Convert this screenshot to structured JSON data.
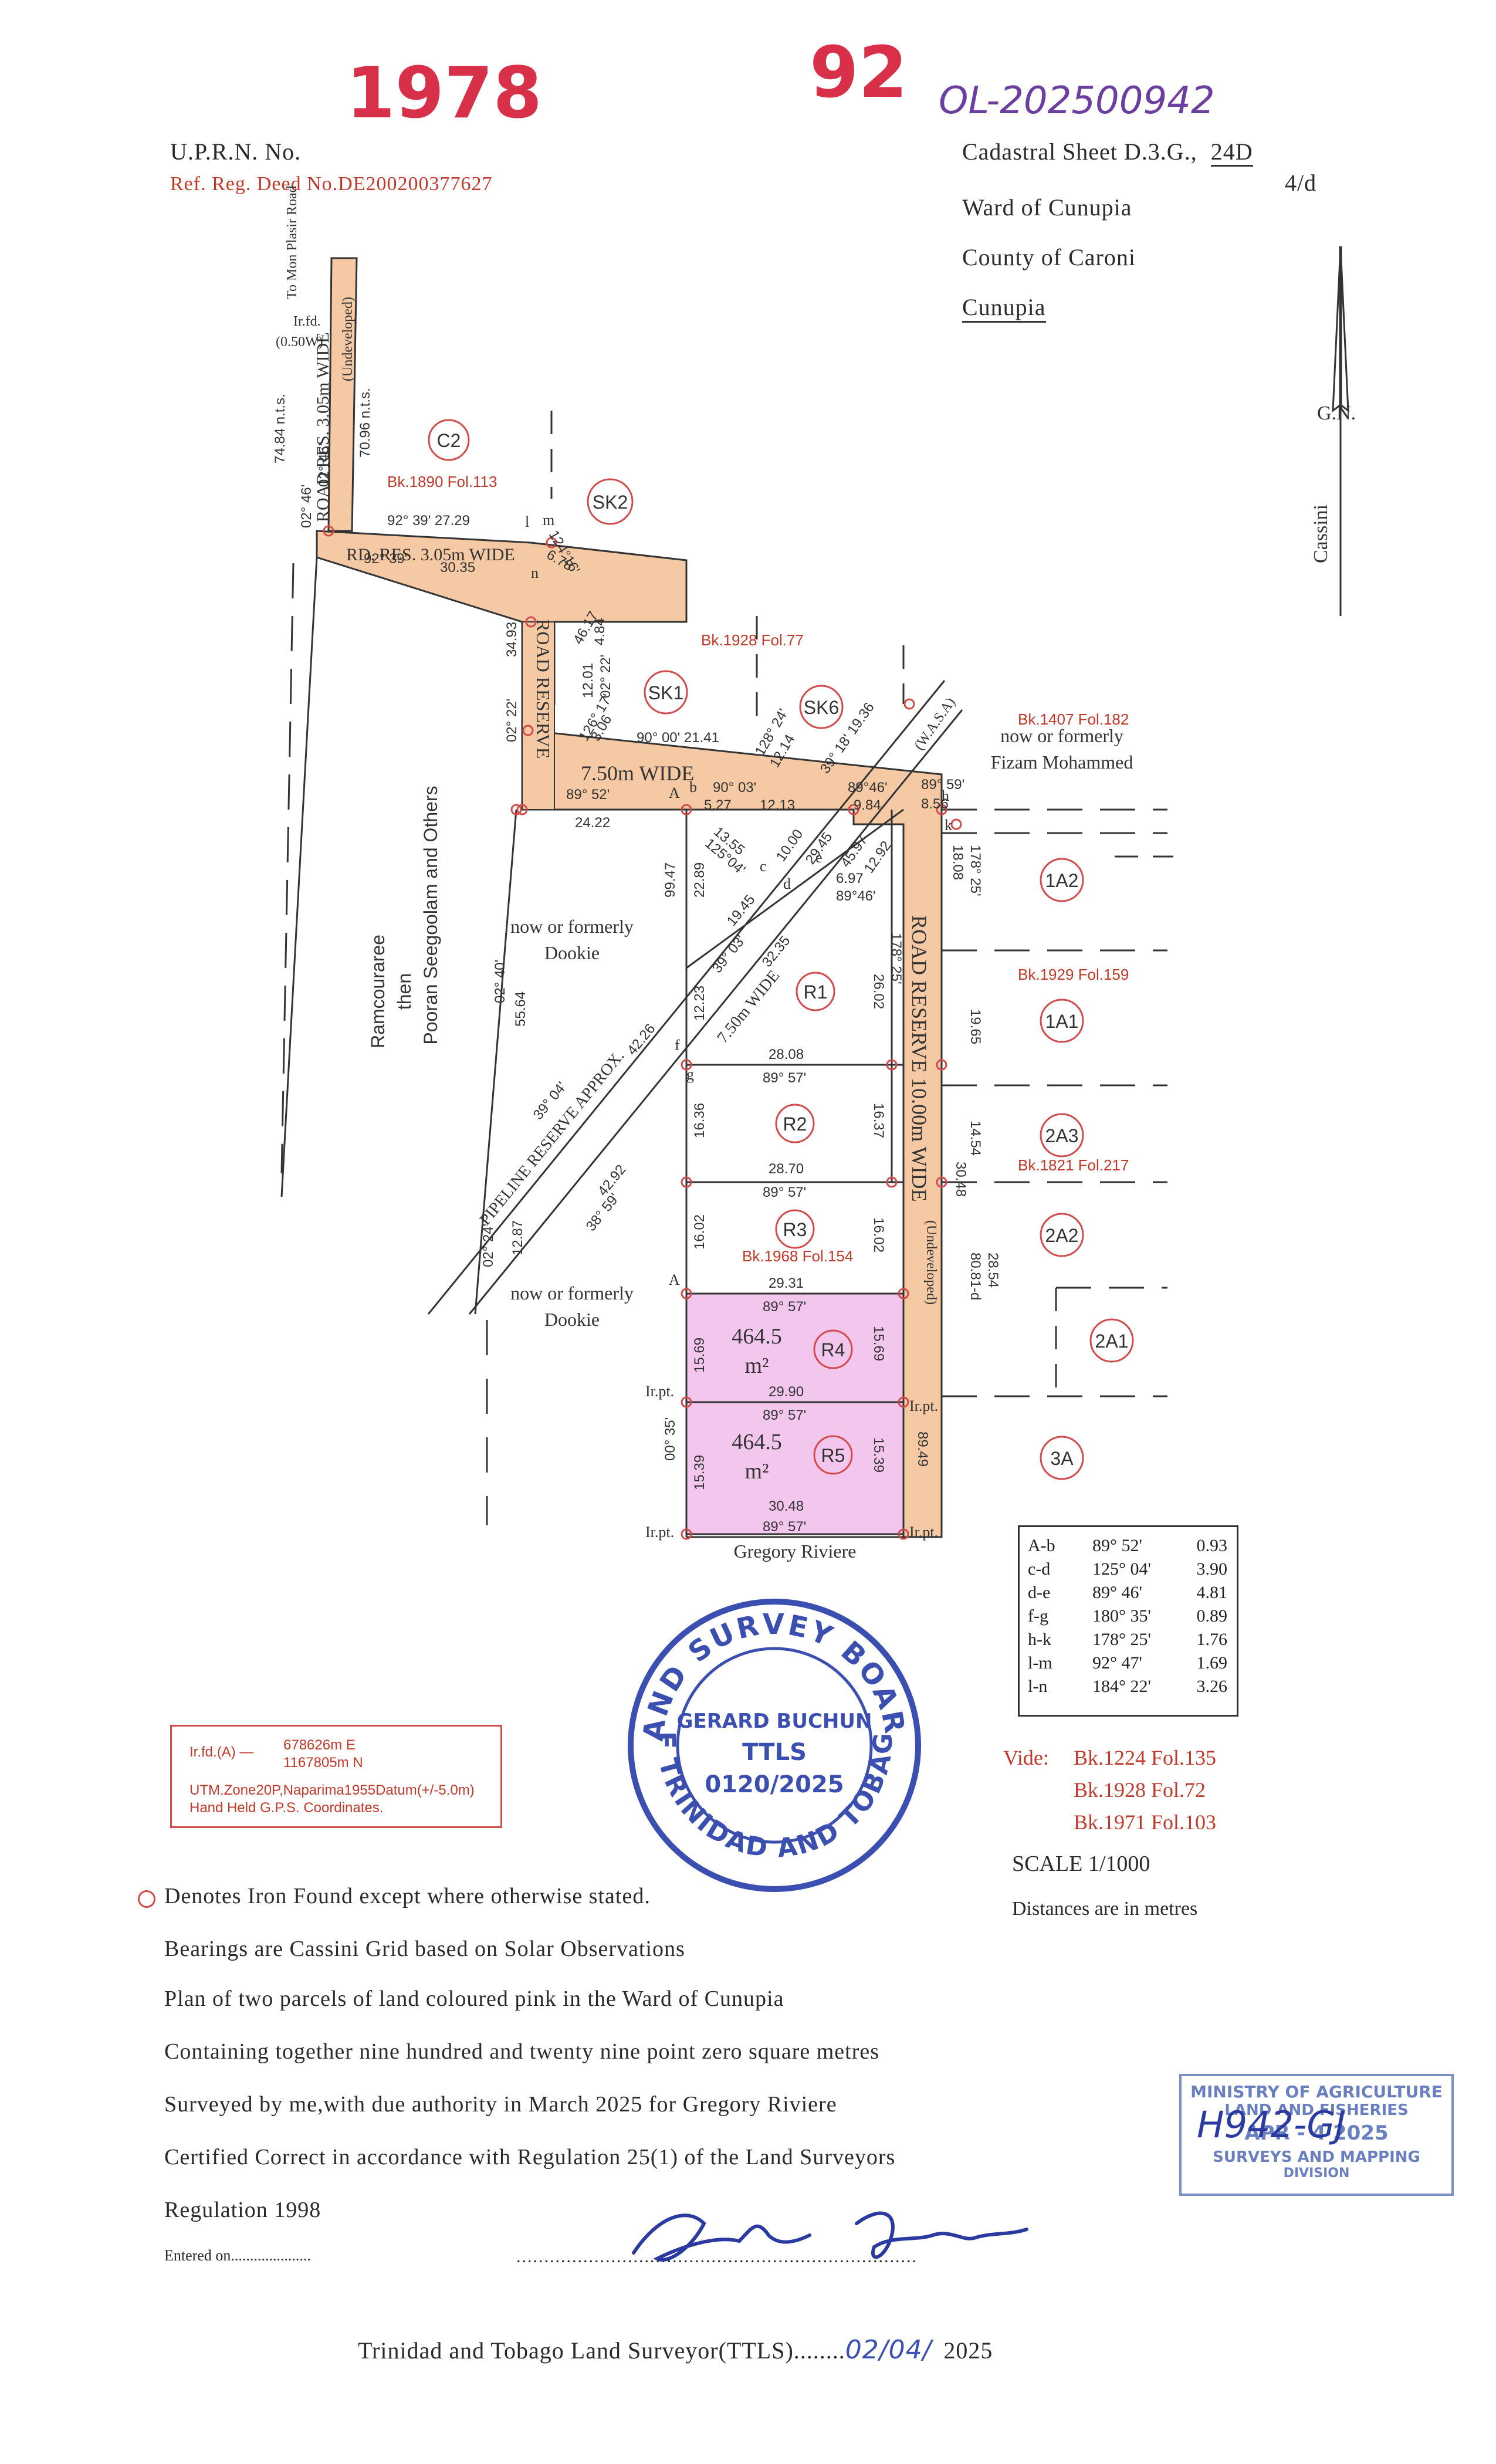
{
  "header": {
    "handwritten_number_1": "1978",
    "handwritten_number_2": "92",
    "handwritten_ref": "OL-202500942",
    "uprn_label": "U.P.R.N.  No.",
    "ref_reg_deed": "Ref. Reg. Deed No.DE200200377627",
    "cadastral_sheet": "Cadastral Sheet D.3.G.,",
    "cadastral_sheet_num": "24D",
    "cadastral_sheet_sub": "4/d",
    "ward": "Ward of Cunupia",
    "county": "County of Caroni",
    "location": "Cunupia",
    "north_label": "G.N.",
    "north_sub": "Cassini"
  },
  "plan": {
    "road_top_labels": [
      "To Mon Plasir Road",
      "ROAD RES. 3.05m WIDE",
      "(Undeveloped)",
      "Ir.fd.",
      "(0.50W)"
    ],
    "road_left_dims": [
      "74.84 n.t.s.",
      "70.96 n.t.s.",
      "02° 46'",
      "02° 46'"
    ],
    "parcel_labels": [
      "C2",
      "SK2",
      "SK1",
      "SK6",
      "R1",
      "R2",
      "R3",
      "R4",
      "R5",
      "1A2",
      "1A1",
      "2A3",
      "2A2",
      "2A1",
      "3A"
    ],
    "book_refs": [
      "Bk.1890 Fol.113",
      "Bk.1928 Fol.77",
      "Bk.1407 Fol.182",
      "Bk.1929 Fol.159",
      "Bk.1821 Fol.217",
      "Bk.1968 Fol.154"
    ],
    "road_labels": [
      "RD. RES. 3.05m WIDE",
      "ROAD RESERVE",
      "7.50m WIDE",
      "ROAD RESERVE 10.00m WIDE",
      "(Undeveloped)",
      "PIPELINE RESERVE APPROX.",
      "7.50m WIDE",
      "(W.A.S.A)"
    ],
    "owner_labels": [
      "now or formerly",
      "Fizam Mohammed",
      "Ramcouraree",
      "then",
      "Pooran Seegoolam and Others",
      "now or formerly",
      "Dookie",
      "now or formerly",
      "Dookie",
      "Gregory Riviere"
    ],
    "measurements": [
      "92° 39' 27.29",
      "92° 39'",
      "30.35",
      "124°16'",
      "6.78",
      "34.93",
      "02° 22'",
      "46.17",
      "4.84",
      "12.01",
      "02° 22'",
      "126° 17'",
      "3.06",
      "90° 00' 21.41",
      "128° 24'",
      "12.14",
      "39° 18' 19.36",
      "89° 52'",
      "24.22",
      "90° 03'",
      "5.27",
      "12.13",
      "89°46'",
      "9.84",
      "89° 59'",
      "8.56",
      "13.55",
      "125°04'",
      "10.00",
      "29.45",
      "45.97",
      "12.92",
      "99.47",
      "22.89",
      "39° 03'",
      "19.45",
      "6.97",
      "89°46'",
      "178° 25'",
      "18.08",
      "32.35",
      "55.64",
      "02° 40'",
      "12.23",
      "26.02",
      "178° 25'",
      "19.65",
      "28.08",
      "89° 57'",
      "16.36",
      "16.37",
      "14.54",
      "28.70",
      "89° 57'",
      "30.48",
      "16.02",
      "16.02",
      "12.87",
      "02° 24'",
      "42.26",
      "39° 04'",
      "42.92",
      "38° 59'",
      "29.31",
      "89° 57'",
      "80.81-d",
      "28.54",
      "15.69",
      "15.69",
      "29.90",
      "89° 57'",
      "15.39",
      "00° 35'",
      "15.39",
      "89.49",
      "30.48",
      "89° 57'"
    ],
    "letters": [
      "l",
      "m",
      "n",
      "A",
      "b",
      "c",
      "d",
      "e",
      "h",
      "k",
      "f",
      "g",
      "A"
    ],
    "areas": [
      {
        "value": "464.5",
        "unit": "m²"
      },
      {
        "value": "464.5",
        "unit": "m²"
      }
    ],
    "iron_pts": [
      "Ir.pt.",
      "Ir.pt.",
      "Ir.pt.",
      "Ir.pt."
    ]
  },
  "traverse_table": [
    {
      "line": "A-b",
      "bearing": "89°  52'",
      "dist": "0.93"
    },
    {
      "line": "c-d",
      "bearing": "125°  04'",
      "dist": "3.90"
    },
    {
      "line": "d-e",
      "bearing": "89°  46'",
      "dist": "4.81"
    },
    {
      "line": "f-g",
      "bearing": "180°  35'",
      "dist": "0.89"
    },
    {
      "line": "h-k",
      "bearing": "178°  25'",
      "dist": "1.76"
    },
    {
      "line": "l-m",
      "bearing": "92°  47'",
      "dist": "1.69"
    },
    {
      "line": "l-n",
      "bearing": "184°  22'",
      "dist": "3.26"
    }
  ],
  "gps_box": {
    "line1_label": "Ir.fd.(A)  —",
    "line1_e": "678626m E",
    "line1_n": "1167805m N",
    "line2": "UTM.Zone20P,Naparima1955Datum(+/-5.0m)",
    "line3": "Hand Held G.P.S. Coordinates."
  },
  "stamp": {
    "top_text": "LAND SURVEY BOARD",
    "bottom_text": "OF TRINIDAD AND TOBAGO",
    "name": "GERARD BUCHUN",
    "title": "TTLS",
    "number": "0120/2025"
  },
  "vide": {
    "label": "Vide:",
    "refs": [
      "Bk.1224  Fol.135",
      "Bk.1928  Fol.72",
      "Bk.1971  Fol.103"
    ]
  },
  "scale": "SCALE 1/1000",
  "distances_note": "Distances are in metres",
  "notes": [
    "Denotes Iron Found except where otherwise stated.",
    "Bearings are Cassini Grid based on Solar Observations",
    "Plan of two parcels of land coloured pink    in the Ward of Cunupia",
    "Containing together nine hundred and twenty nine point zero square metres",
    "Surveyed by me,with due authority in March 2025 for Gregory Riviere",
    "Certified Correct in accordance with Regulation 25(1) of the Land Surveyors",
    "Regulation 1998"
  ],
  "entered_on": "Entered on.....................",
  "signature_line": "........................................................................",
  "surveyor_line": "Trinidad and Tobago Land Surveyor(TTLS)",
  "surveyor_date": "02/04/",
  "surveyor_year": "2025",
  "ministry_stamp": {
    "line1": "MINISTRY OF AGRICULTURE",
    "line2": "LAND AND FISHERIES",
    "date": "APR - 4 2025",
    "line3": "SURVEYS AND MAPPING",
    "line4": "DIVISION",
    "handwritten": "H942-GJ"
  },
  "colors": {
    "road_fill": "#f5c9a3",
    "parcel_fill": "#f3c6ee",
    "line": "#333333",
    "red_ink": "#c0392b",
    "stamp_blue": "#3b4fb0"
  }
}
